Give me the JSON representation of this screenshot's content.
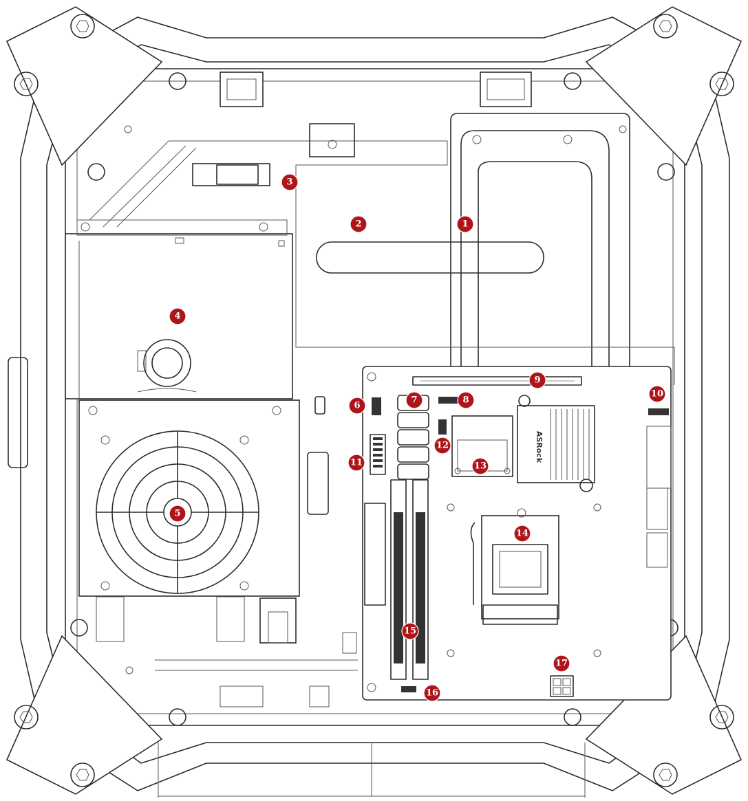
{
  "callouts": [
    {
      "label": "1"
    },
    {
      "label": "2"
    },
    {
      "label": "3"
    },
    {
      "label": "4"
    },
    {
      "label": "5"
    },
    {
      "label": "6"
    },
    {
      "label": "7"
    },
    {
      "label": "8"
    },
    {
      "label": "9"
    },
    {
      "label": "10"
    },
    {
      "label": "11"
    },
    {
      "label": "12"
    },
    {
      "label": "13"
    },
    {
      "label": "14"
    },
    {
      "label": "15"
    },
    {
      "label": "16"
    },
    {
      "label": "17"
    }
  ],
  "brand_text": "ASRock",
  "colors": {
    "callout": "#b0141b",
    "line": "#2b2b2b"
  }
}
